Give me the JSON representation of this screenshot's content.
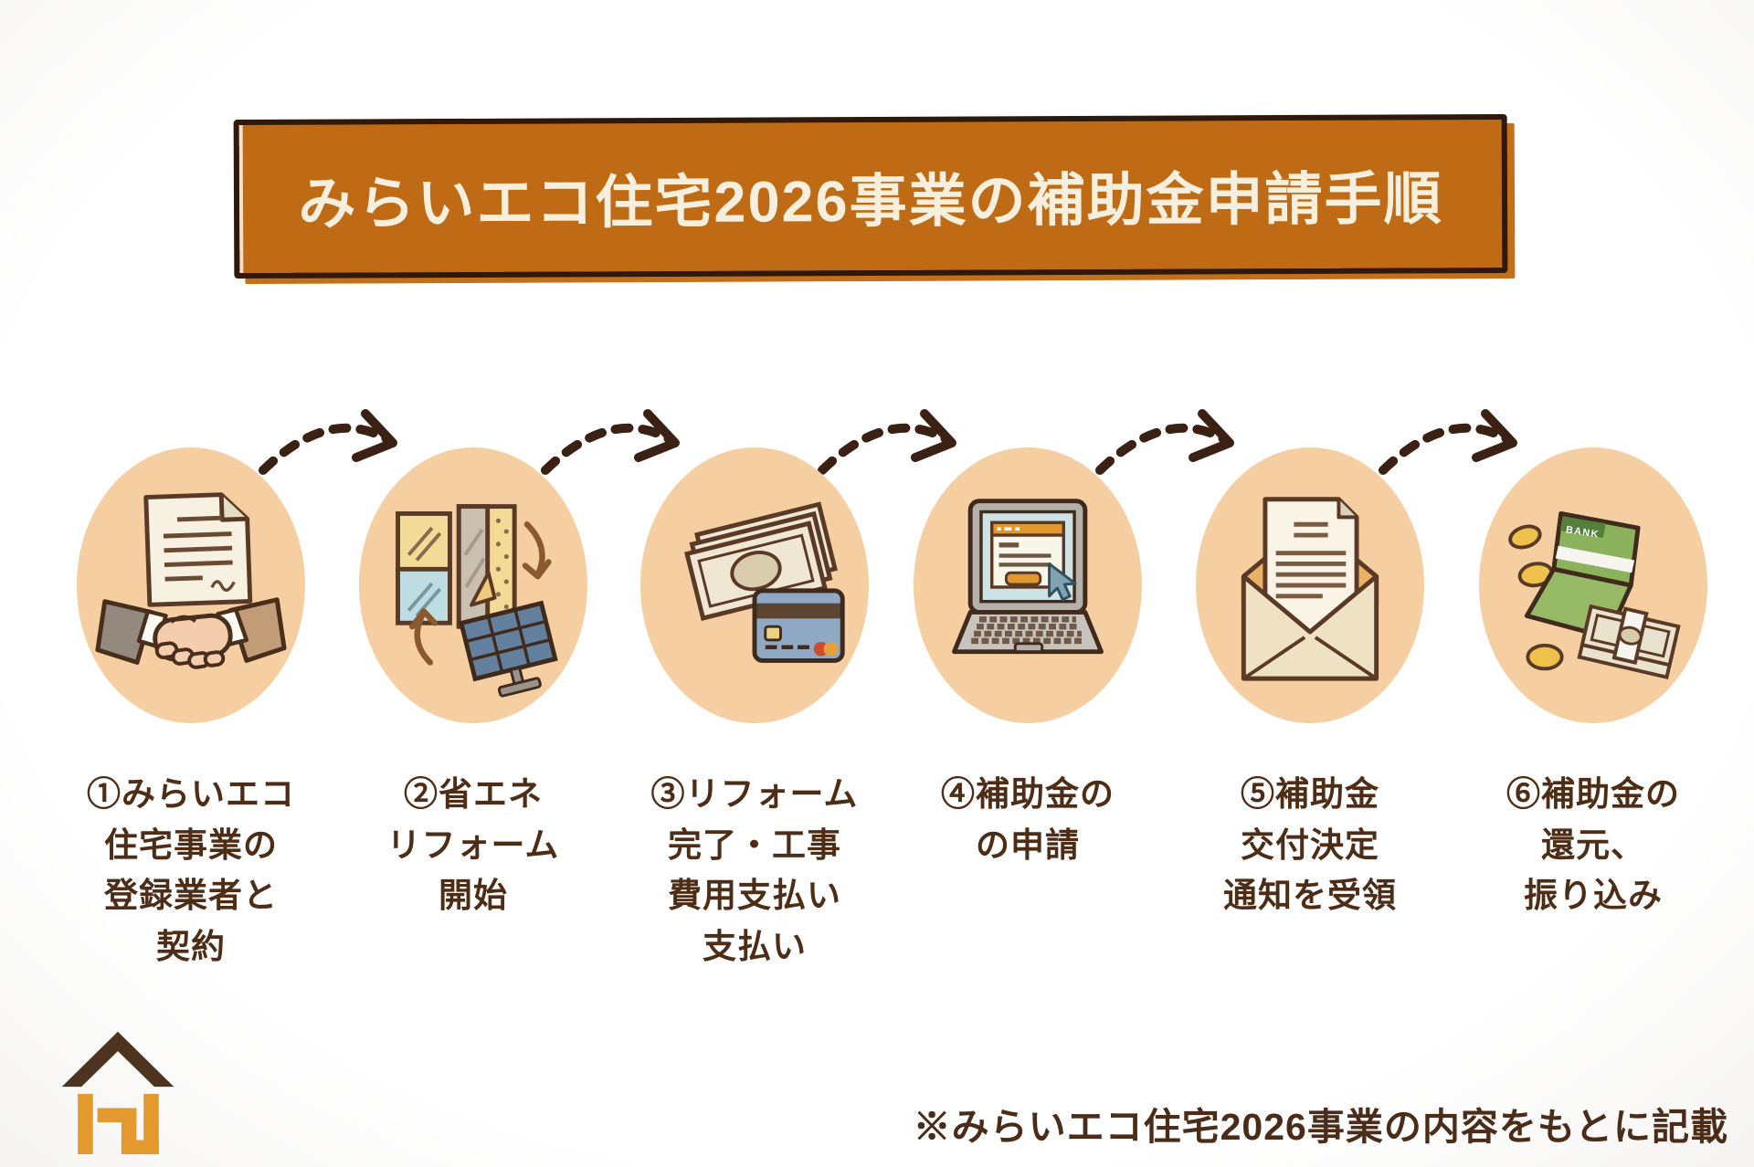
{
  "title": "みらいエコ住宅2026事業の補助金申請手順",
  "steps": [
    {
      "icon": "handshake-contract-icon",
      "label": "①みらいエコ\n住宅事業の\n登録業者と\n契約"
    },
    {
      "icon": "renovation-solar-icon",
      "label": "②省エネ\nリフォーム\n開始"
    },
    {
      "icon": "cash-card-payment-icon",
      "label": "③リフォーム\n完了・工事\n費用支払い\n支払い"
    },
    {
      "icon": "laptop-application-icon",
      "label": "④補助金の\nの申請"
    },
    {
      "icon": "envelope-notice-icon",
      "label": "⑤補助金\n交付決定\n通知を受領"
    },
    {
      "icon": "bankbook-refund-icon",
      "label": "⑥補助金の\n還元、\n振り込み"
    }
  ],
  "icons": {
    "bank_label": "BANK",
    "flow_arrow": "dashed-curved-arrow",
    "logo": "eco-house-logo"
  },
  "footer": {
    "note": "※みらいエコ住宅2026事業の内容をもとに記載"
  },
  "colors": {
    "banner_bg": "#bf6b15",
    "banner_border": "#30190b",
    "banner_text": "#f6efdd",
    "oval_bg": "#f5cfa2",
    "label_text": "#4e2d17",
    "arrow": "#3b2114",
    "logo_roof": "#4c3420",
    "logo_wall": "#e4992e"
  }
}
